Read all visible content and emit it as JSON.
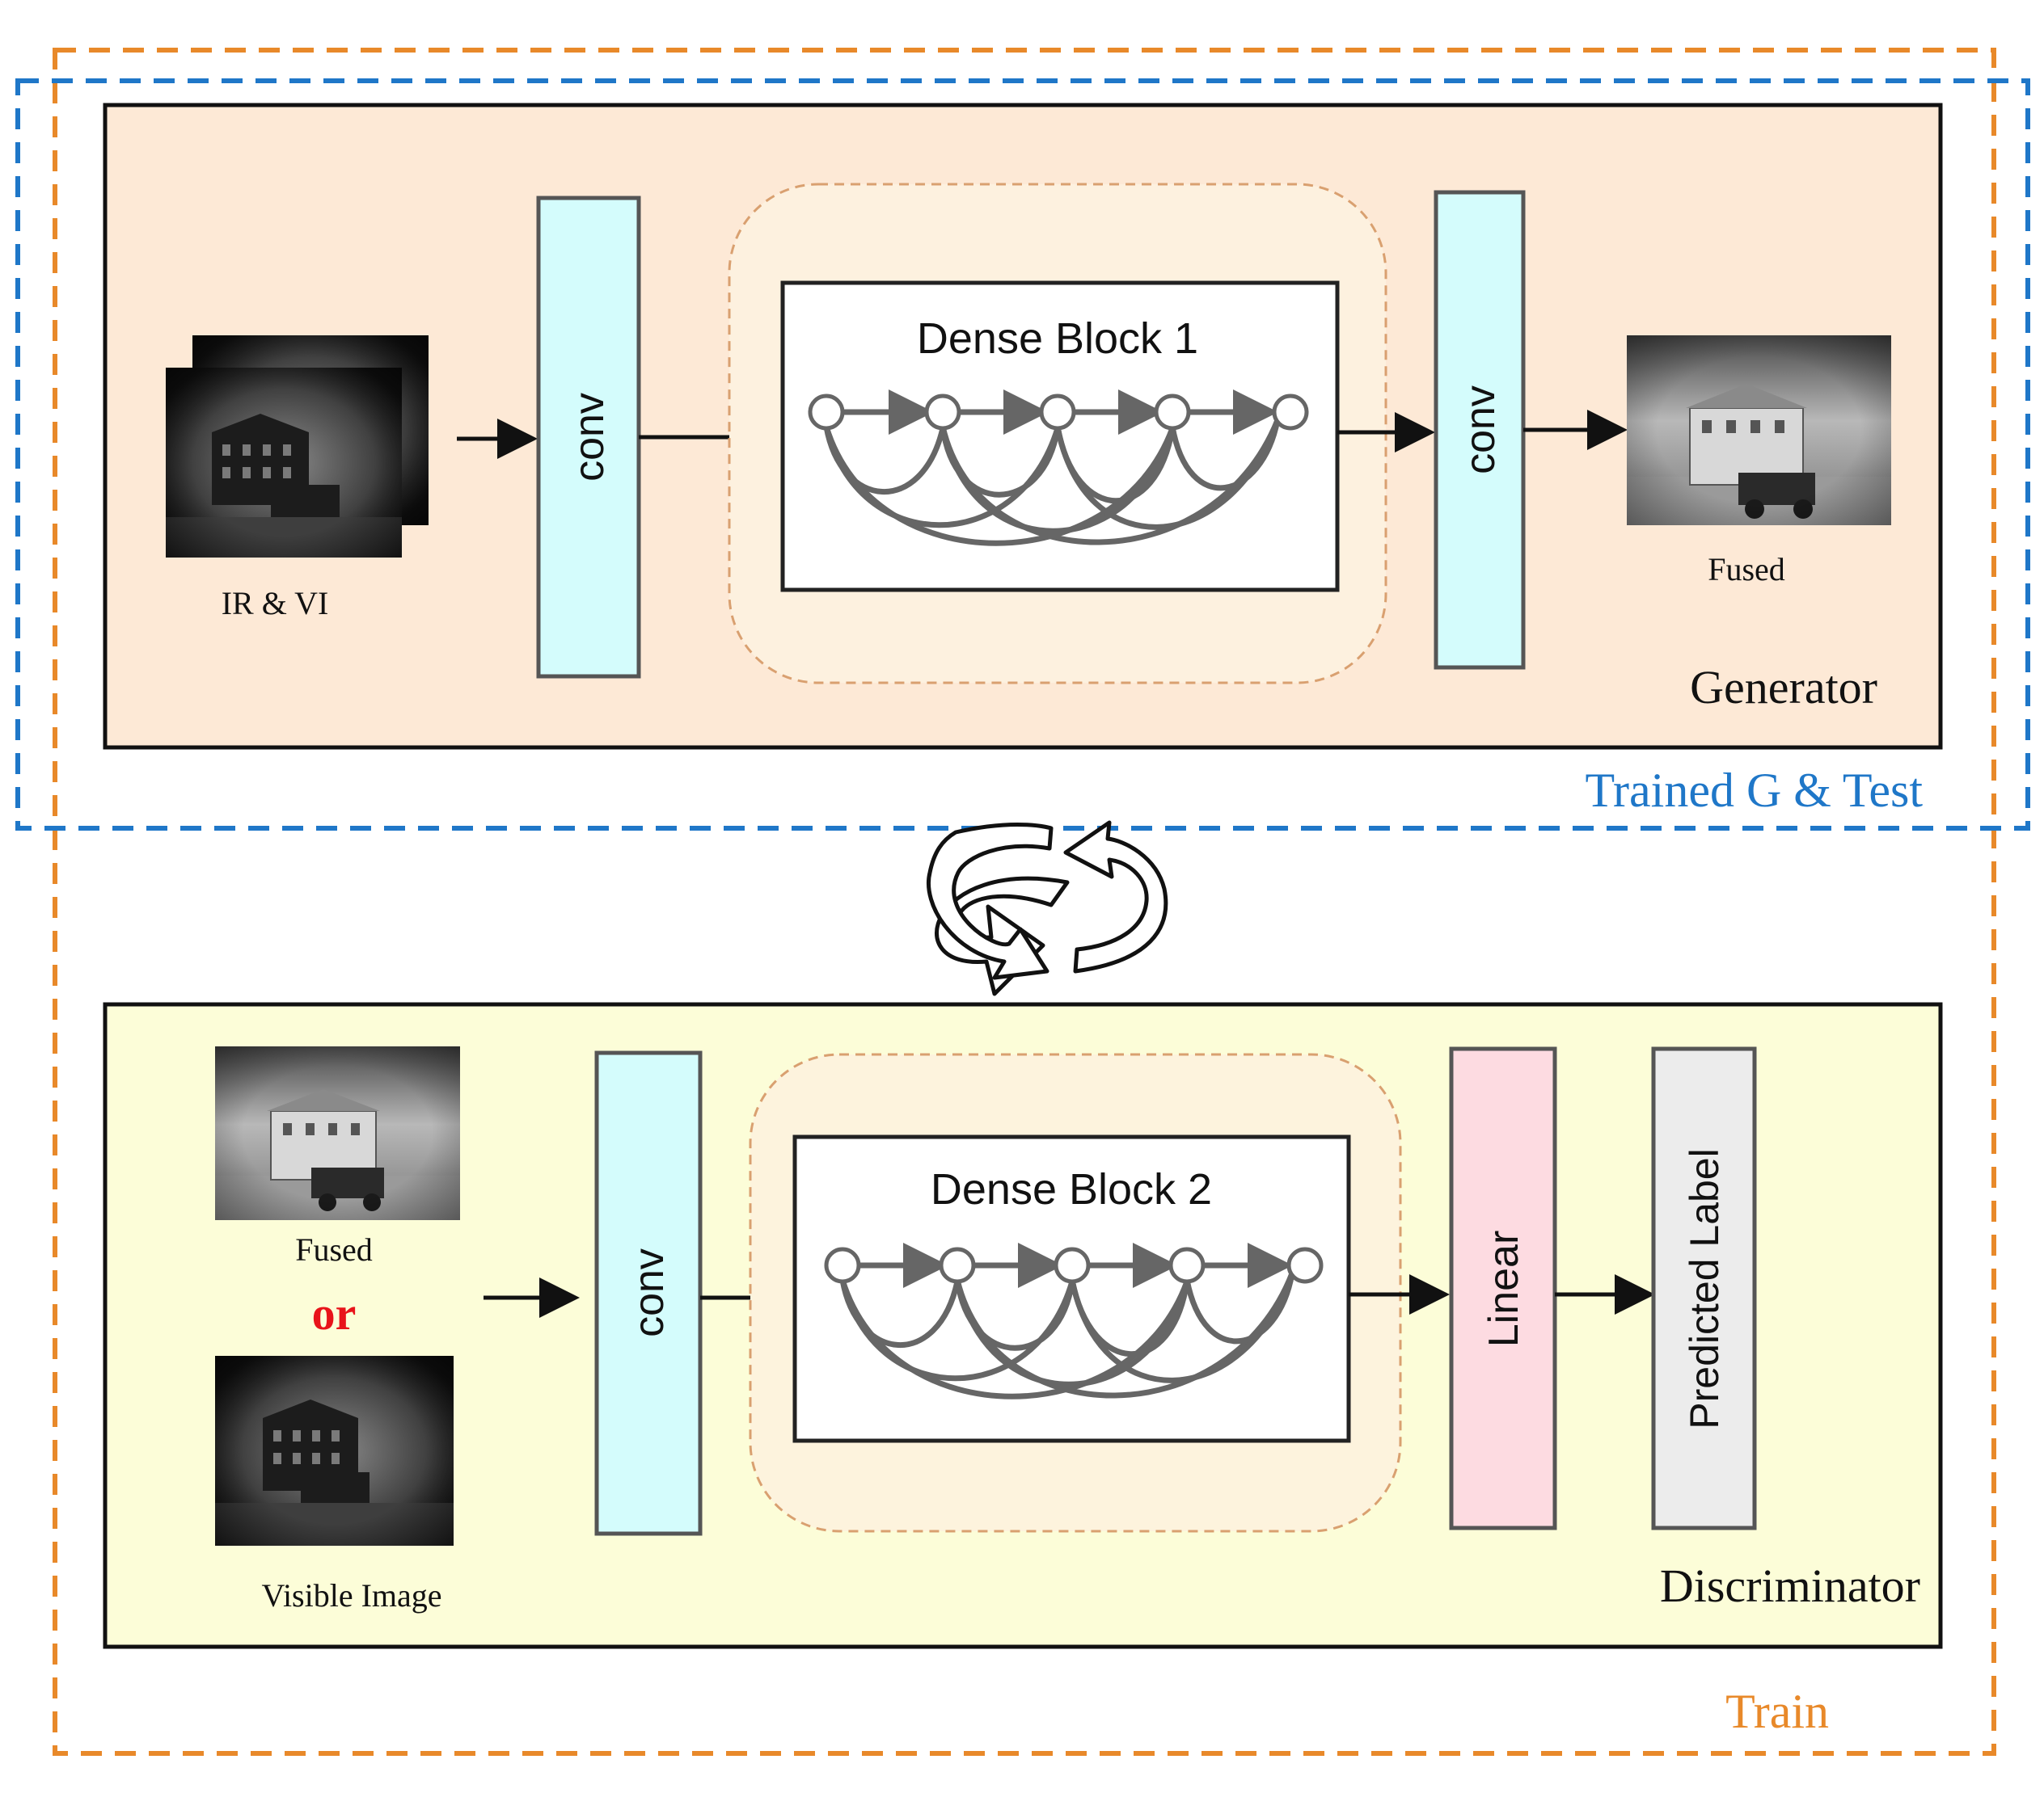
{
  "generator": {
    "title": "Generator",
    "input_label": "IR & VI",
    "conv1_label": "conv",
    "dense_block_label": "Dense Block 1",
    "conv2_label": "conv",
    "output_label": "Fused"
  },
  "trained_box": {
    "label": "Trained G  &  Test",
    "color": "#1f77c8"
  },
  "train_box": {
    "label": "Train",
    "color": "#e8892a"
  },
  "discriminator": {
    "title": "Discriminator",
    "input_top_label": "Fused",
    "or_label": "or",
    "input_bottom_label": "Visible Image",
    "conv_label": "conv",
    "dense_block_label": "Dense Block 2",
    "linear_label": "Linear",
    "output_label": "Predicted Label"
  },
  "colors": {
    "generator_bg": "#fde9d6",
    "discriminator_bg": "#fcfdd8",
    "conv_fill": "#d4fcfc",
    "linear_fill": "#fddbe1",
    "label_fill": "#ececec",
    "or_color": "#e8131a"
  }
}
